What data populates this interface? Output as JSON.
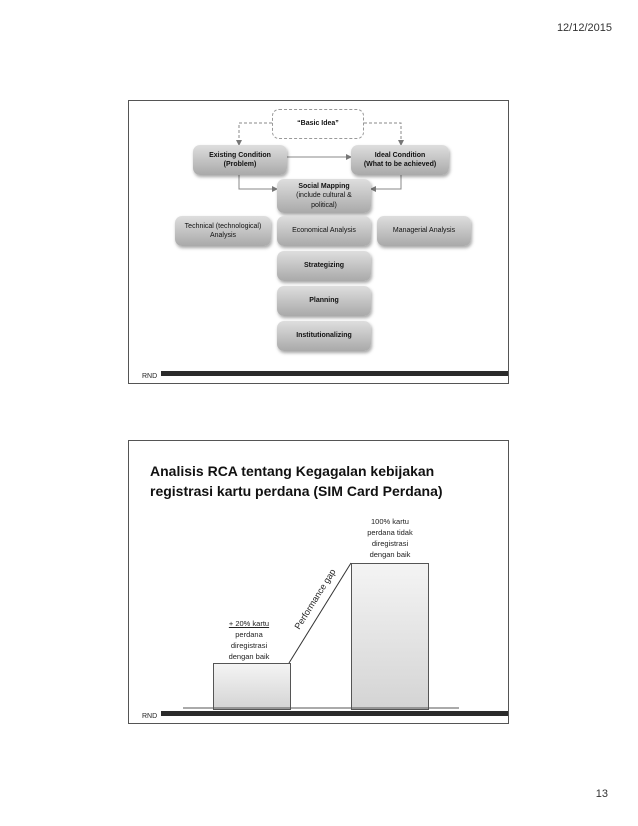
{
  "header": {
    "date": "12/12/2015"
  },
  "page_number": "13",
  "slide1": {
    "footer_label": "RND",
    "nodes": {
      "basic_idea": "“Basic Idea”",
      "existing_line1": "Existing Condition",
      "existing_line2": "(Problem)",
      "ideal_line1": "Ideal Condition",
      "ideal_line2": "(What to be achieved)",
      "social_line1": "Social Mapping",
      "social_line2": "(include cultural &",
      "social_line3": "political)",
      "technical_line1": "Technical (technological)",
      "technical_line2": "Analysis",
      "economical": "Economical Analysis",
      "managerial": "Managerial Analysis",
      "strategizing": "Strategizing",
      "planning": "Planning",
      "institutionalizing": "Institutionalizing"
    }
  },
  "slide2": {
    "footer_label": "RND",
    "title_line1": "Analisis RCA tentang Kegagalan kebijakan",
    "title_line2": "registrasi kartu perdana (SIM Card Perdana)",
    "left_bar_label": [
      "+ 20% kartu",
      "perdana",
      "diregistrasi",
      "dengan baik"
    ],
    "right_bar_label": [
      "100% kartu",
      "perdana tidak",
      "diregistrasi",
      "dengan baik"
    ],
    "gap_label": "Performance gap"
  }
}
